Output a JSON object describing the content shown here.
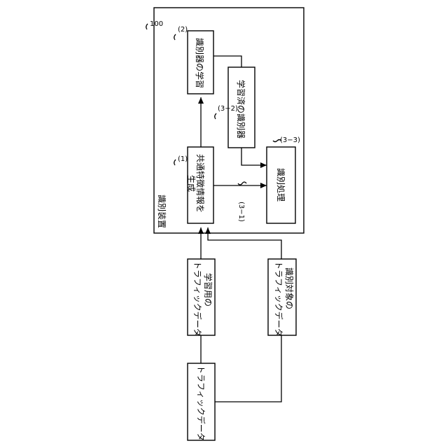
{
  "figure": {
    "device": {
      "label": "識別装置",
      "ref": "100"
    },
    "blocks": {
      "common": {
        "ref": "(1)",
        "line1": "共通特徴情報を",
        "line2": "生成"
      },
      "learning": {
        "ref": "(2)",
        "label": "識別器の学習"
      },
      "trained": {
        "ref": "(3−2)",
        "label": "学習済の識別器"
      },
      "process": {
        "ref": "(3−3)",
        "label": "識別処理"
      },
      "train_data": {
        "line1": "学習用の",
        "line2": "トラフィックデータ"
      },
      "target_data": {
        "line1": "識別対象の",
        "line2": "トラフィックデータ"
      },
      "traffic": {
        "label": "トラフィックデータ"
      }
    },
    "flow_ref": "(3−1)"
  }
}
